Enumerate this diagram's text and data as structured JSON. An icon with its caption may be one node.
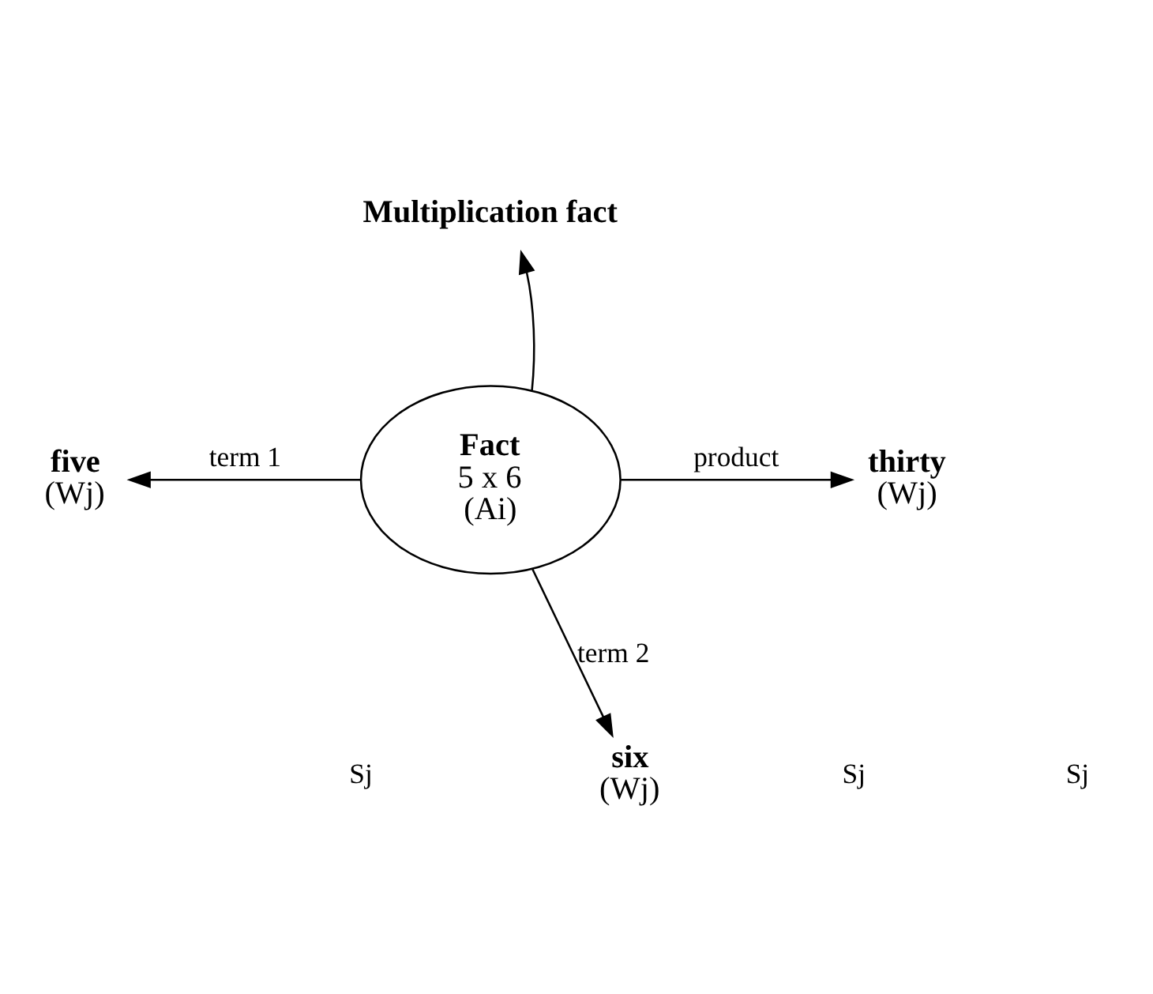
{
  "diagram": {
    "nodes": [
      {
        "text": [
          "Fact",
          "5 x 6",
          "(Ai)"
        ]
      },
      {
        "text": [
          "Multiplication fact"
        ]
      },
      {
        "text": [
          "five",
          "(Wj)"
        ]
      },
      {
        "text": [
          "thirty",
          "(Wj)"
        ]
      },
      {
        "text": [
          "six",
          "(Wj)"
        ]
      }
    ],
    "edges": [
      {
        "from": 0,
        "to": 1,
        "arrow": "to"
      },
      {
        "from": 0,
        "to": 2,
        "arrow": "to",
        "label": "term 1"
      },
      {
        "from": 0,
        "to": 3,
        "arrow": "to",
        "label": "product"
      },
      {
        "from": 0,
        "to": 4,
        "arrow": "to",
        "label": "term 2"
      }
    ],
    "labels": [
      "Sj",
      "Sj",
      "Sj"
    ]
  }
}
